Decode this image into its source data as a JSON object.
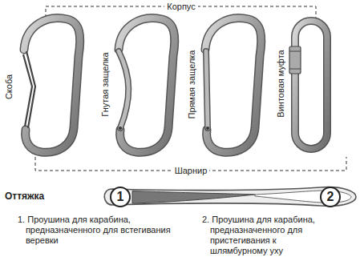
{
  "diagram": {
    "nodes": [
      {
        "text": [
          "1"
        ]
      },
      {
        "text": [
          "2"
        ]
      }
    ],
    "labels": [
      "Корпус",
      "Скоба",
      "Гнутая защелка",
      "Прямая защелка",
      "Винтовая муфта",
      "Шарнир",
      "Оттяжка",
      "1. Проушина для карабина, предназначенного для встегивания веревки",
      "2. Проушина для карабина, предназначенного для пристегивания к шлямбурному уху"
    ]
  }
}
